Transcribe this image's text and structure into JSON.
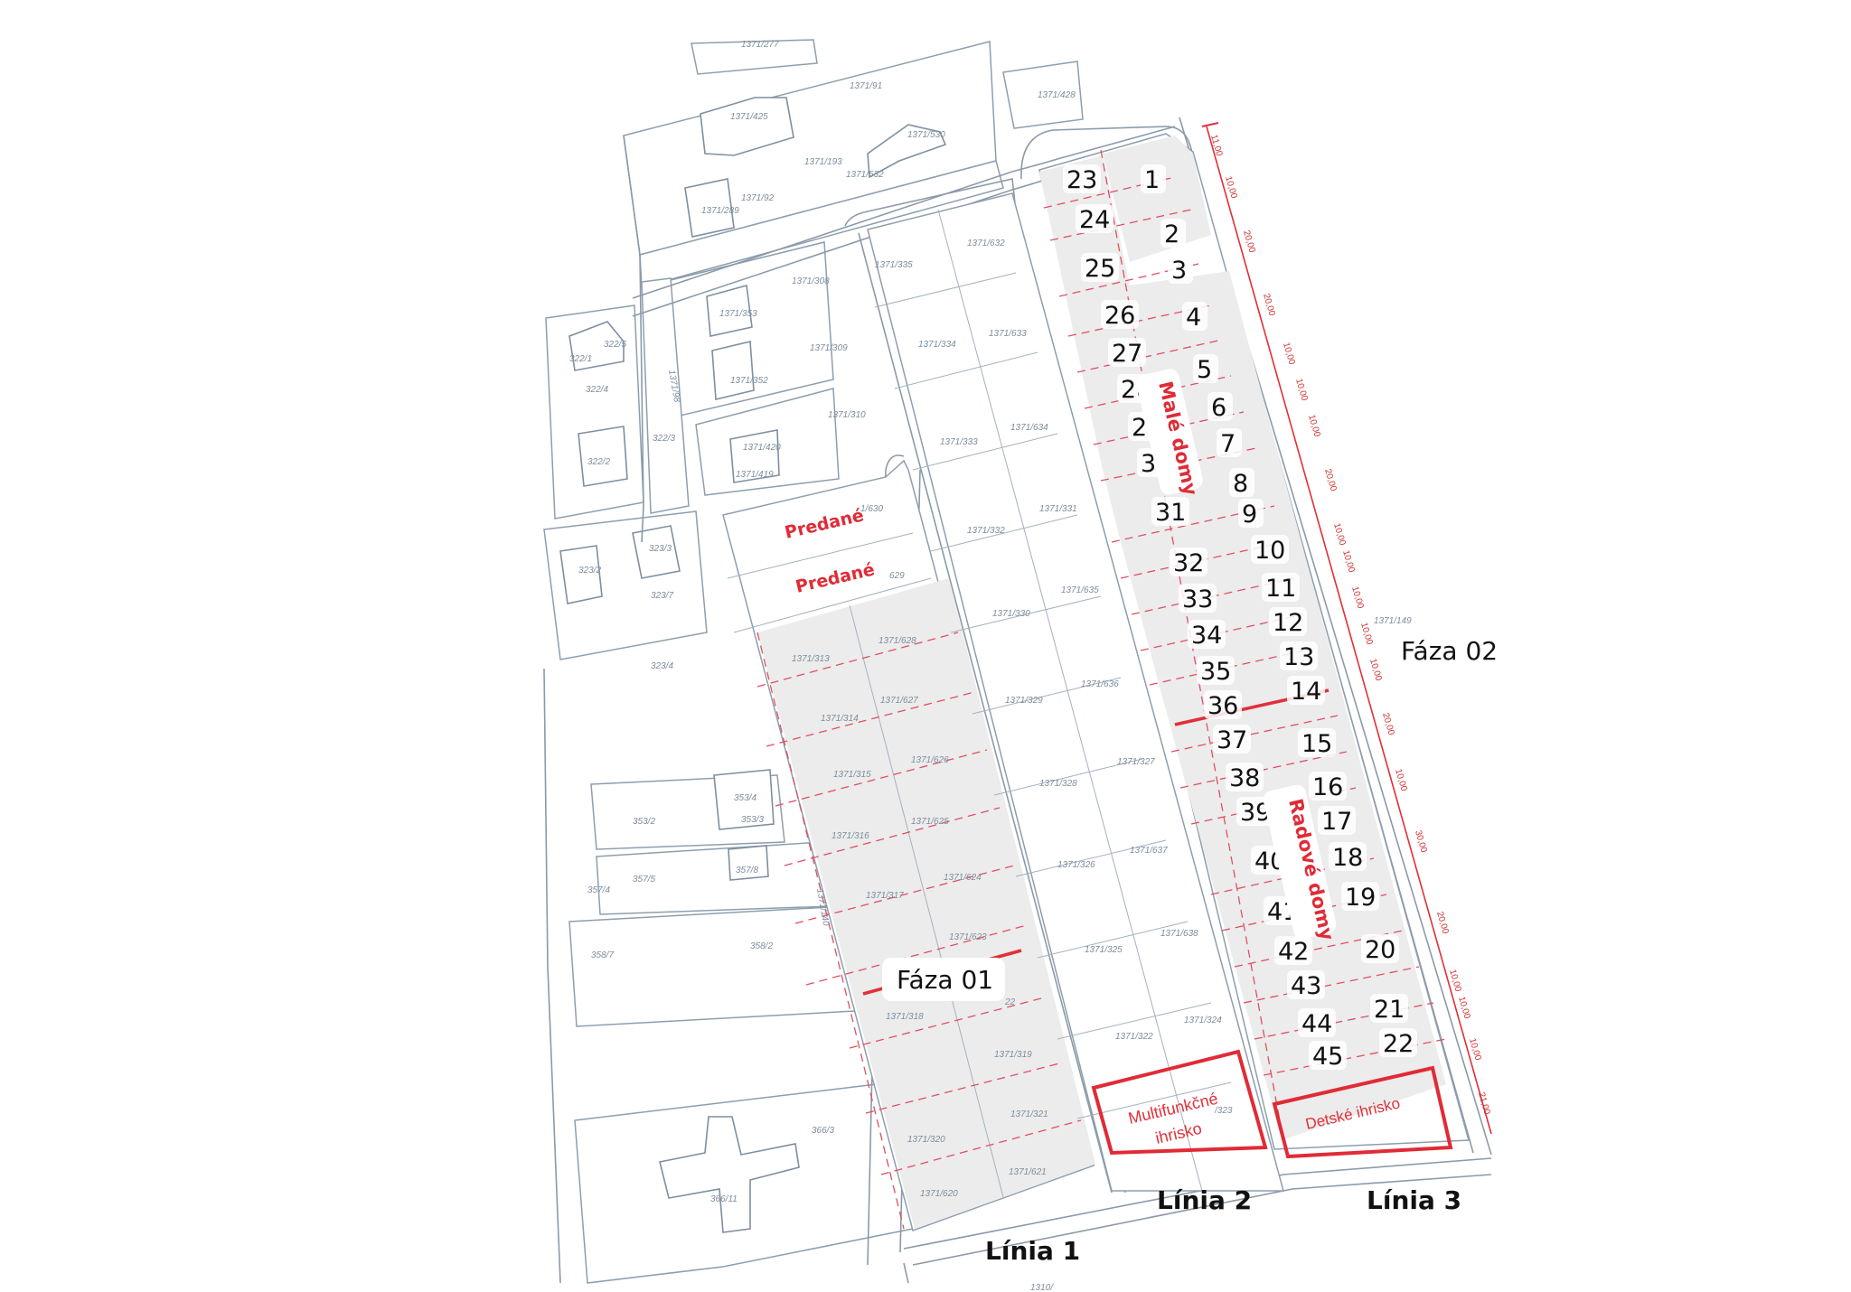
{
  "map": {
    "phase_1_label": "Fáza 01",
    "phase_2_label": "Fáza 02",
    "line_1_label": "Línia 1",
    "line_2_label": "Línia 2",
    "line_3_label": "Línia 3",
    "small_houses_label": "Malé domy",
    "row_houses_label": "Radové domy",
    "handed_over_1": "Predané",
    "handed_over_2": "Predané",
    "playground_multi_line1": "Multifunkčné",
    "playground_multi_line2": "ihrisko",
    "playground_kids": "Detské ihrisko",
    "colors": {
      "accent_red": "#e02b36",
      "plot_fill": "#ececec",
      "base_lines": "#9aa8b6"
    }
  },
  "plots": [
    "1",
    "2",
    "3",
    "4",
    "5",
    "6",
    "7",
    "8",
    "9",
    "10",
    "11",
    "12",
    "13",
    "14",
    "15",
    "16",
    "17",
    "18",
    "19",
    "20",
    "21",
    "22",
    "23",
    "24",
    "25",
    "26",
    "27",
    "28",
    "29",
    "30",
    "31",
    "32",
    "33",
    "34",
    "35",
    "36",
    "37",
    "38",
    "39",
    "40",
    "41",
    "42",
    "43",
    "44",
    "45"
  ],
  "parcels": [
    "1371/277",
    "1371/91",
    "1371/428",
    "1371/425",
    "1371/193",
    "1371/530",
    "1371/532",
    "1371/92",
    "1371/289",
    "1371/335",
    "1371/632",
    "1371/308",
    "1371/353",
    "1371/309",
    "1371/352",
    "322/5",
    "322/1",
    "322/4",
    "1371/98",
    "1371/334",
    "1371/633",
    "1371/310",
    "322/2",
    "322/3",
    "1371/420",
    "1371/419",
    "1371/333",
    "1371/634",
    "1/630",
    "323/3",
    "323/2",
    "323/7",
    "1371/332",
    "1371/331",
    "629",
    "1371/628",
    "1371/313",
    "1371/330",
    "1371/635",
    "1371/149",
    "323/4",
    "1371/627",
    "1371/314",
    "1371/329",
    "1371/636",
    "1371/626",
    "1371/315",
    "1371/327",
    "1371/328",
    "353/4",
    "353/2",
    "353/3",
    "1371/625",
    "1371/316",
    "1371/637",
    "1371/624",
    "1371/326",
    "357/4",
    "357/5",
    "357/8",
    "1371/317",
    "1371/623",
    "358/7",
    "358/2",
    "1371/325",
    "1371/638",
    "1371/318",
    "22",
    "1371/324",
    "1371/322",
    "1371/319",
    "1371/321",
    "1371/320",
    "366/3",
    "366/11",
    "1371/620",
    "1371/621",
    "/323",
    "1310/",
    "1371/140"
  ],
  "dimensions": [
    "11,00",
    "10,00",
    "20,00",
    "20,00",
    "10,00",
    "10,00",
    "10,00",
    "20,00",
    "10,00",
    "10,00",
    "10,00",
    "10,00",
    "10,00",
    "20,00",
    "10,00",
    "30,00",
    "20,00",
    "10,00",
    "10,00",
    "10,00",
    "21,00"
  ]
}
